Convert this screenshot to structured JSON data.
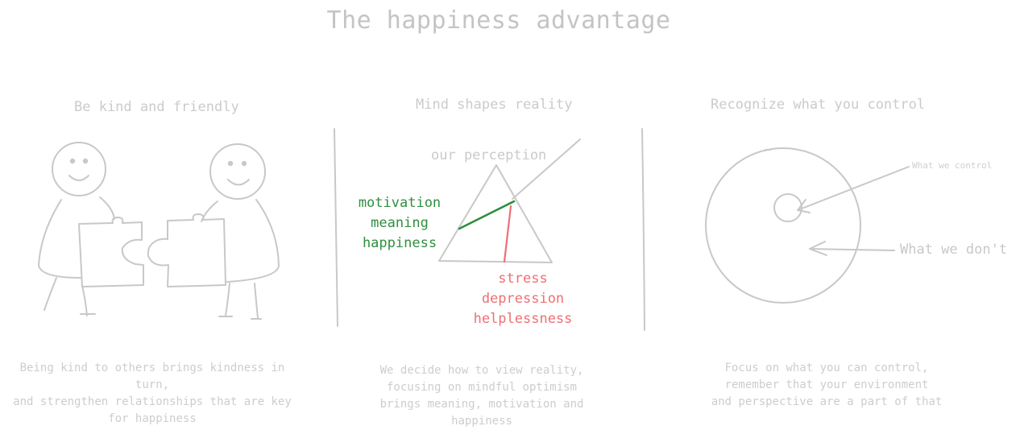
{
  "title": "The happiness advantage",
  "columns": [
    {
      "heading": "Be kind and friendly",
      "body": [
        "Being kind to others brings kindness in turn,",
        "and strengthen relationships that are key",
        "for happiness"
      ]
    },
    {
      "heading": "Mind shapes reality",
      "body": [
        "We decide how to view reality,",
        "focusing on mindful optimism",
        "brings meaning, motivation and happiness"
      ],
      "prism_label": "our perception",
      "positive": [
        "motivation",
        "meaning",
        "happiness"
      ],
      "negative": [
        "stress",
        "depression",
        "helplessness"
      ]
    },
    {
      "heading": "Recognize what you control",
      "body": [
        "Focus on what you can control,",
        "remember that your environment",
        "and perspective are a part of that"
      ],
      "inner_label": "What we control",
      "outer_label": "What we don't"
    }
  ],
  "colors": {
    "stroke": "#c8c8c8",
    "positive": "#2f8f3e",
    "negative": "#ee6f74"
  }
}
